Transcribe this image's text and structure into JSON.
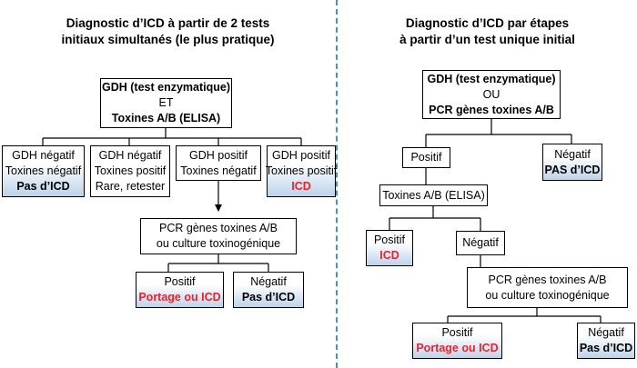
{
  "left": {
    "title_line1": "Diagnostic d’ICD à partir de 2 tests",
    "title_line2": "initiaux simultanés (le plus pratique)",
    "top_box": {
      "line1": "GDH (test enzymatique)",
      "line2": "ET",
      "line3": "Toxines A/B (ELISA)"
    },
    "results": [
      {
        "line1": "GDH négatif",
        "line2": "Toxines négatif",
        "line3": "Pas d’ICD"
      },
      {
        "line1": "GDH négatif",
        "line2": "Toxines positif",
        "line3": "Rare, retester"
      },
      {
        "line1": "GDH positif",
        "line2": "Toxines négatif"
      },
      {
        "line1": "GDH positif",
        "line2": "Toxines positif",
        "line3": "ICD"
      }
    ],
    "pcr_box": {
      "line1": "PCR gènes toxines A/B",
      "line2": "ou culture toxinogénique"
    },
    "pcr_positive": {
      "line1": "Positif",
      "line2": "Portage ou ICD"
    },
    "pcr_negative": {
      "line1": "Négatif",
      "line2": "Pas d’ICD"
    }
  },
  "right": {
    "title_line1": "Diagnostic d’ICD par étapes",
    "title_line2": "à partir d’un test unique initial",
    "top_box": {
      "line1": "GDH (test enzymatique)",
      "line2": "OU",
      "line3": "PCR gènes toxines A/B"
    },
    "positif": "Positif",
    "negatif_top": {
      "line1": "Négatif",
      "line2": "PAS d’ICD"
    },
    "elisa_box": "Toxines A/B (ELISA)",
    "elisa_positive": {
      "line1": "Positif",
      "line2": "ICD"
    },
    "elisa_negative": "Négatif",
    "pcr_box": {
      "line1": "PCR gènes toxines A/B",
      "line2": "ou culture toxinogénique"
    },
    "pcr_positive": {
      "line1": "Positif",
      "line2": "Portage ou ICD"
    },
    "pcr_negative": {
      "line1": "Négatif",
      "line2": "Pas d’ICD"
    }
  }
}
